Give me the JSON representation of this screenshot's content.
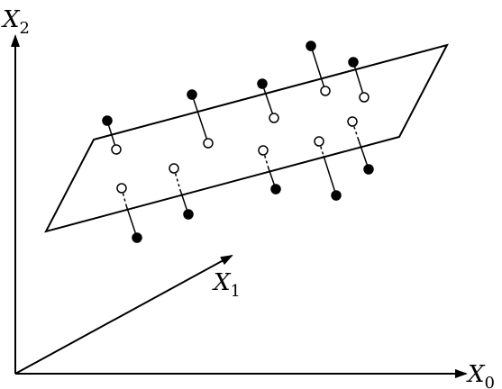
{
  "axes": {
    "x0": {
      "main": "X",
      "sub": "0"
    },
    "x1": {
      "main": "X",
      "sub": "1"
    },
    "x2": {
      "main": "X",
      "sub": "2"
    }
  },
  "colors": {
    "ink": "#000000",
    "background": "#ffffff"
  }
}
